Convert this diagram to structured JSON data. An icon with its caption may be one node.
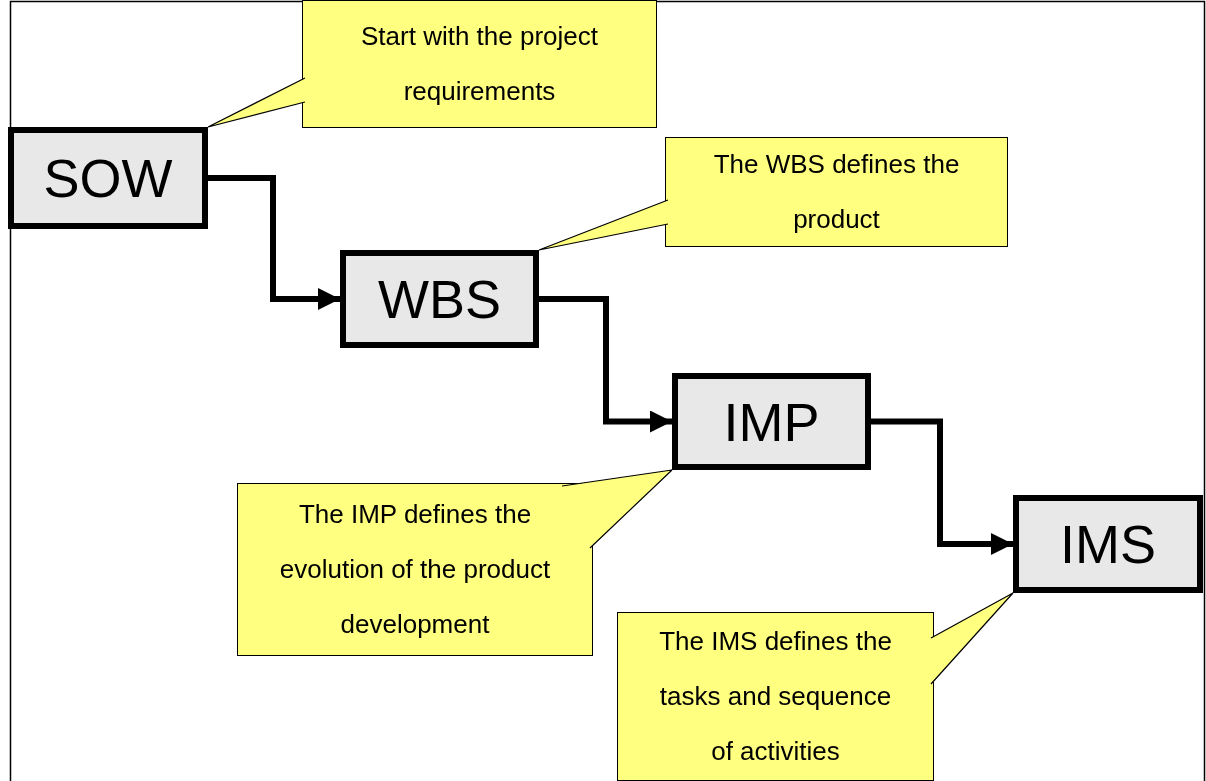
{
  "diagram": {
    "nodes": [
      {
        "text": [
          "SOW"
        ]
      },
      {
        "text": [
          "WBS"
        ]
      },
      {
        "text": [
          "IMP"
        ]
      },
      {
        "text": [
          "IMS"
        ]
      },
      {
        "text": [
          "Start with the project requirements"
        ]
      },
      {
        "text": [
          "The WBS defines the product"
        ]
      },
      {
        "text": [
          "The IMP defines the evolution of the product development"
        ]
      },
      {
        "text": [
          "The IMS defines the tasks and sequence of activities"
        ]
      }
    ],
    "edges": [
      {
        "from": 0,
        "to": 1,
        "arrow": "to",
        "style": "thick",
        "color": "#000000"
      },
      {
        "from": 1,
        "to": 2,
        "arrow": "to",
        "style": "thick",
        "color": "#000000"
      },
      {
        "from": 2,
        "to": 3,
        "arrow": "to",
        "style": "thick",
        "color": "#000000"
      },
      {
        "from": 4,
        "to": 0,
        "arrow": "none"
      },
      {
        "from": 5,
        "to": 1,
        "arrow": "none"
      },
      {
        "from": 6,
        "to": 2,
        "arrow": "none"
      },
      {
        "from": 7,
        "to": 3,
        "arrow": "none"
      }
    ]
  }
}
